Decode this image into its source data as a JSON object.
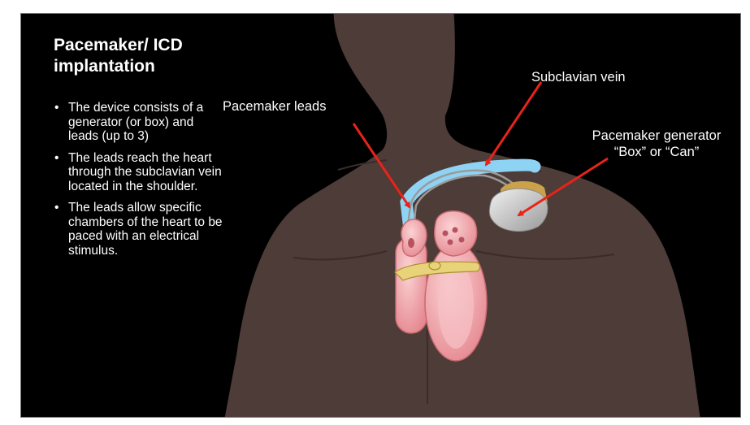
{
  "title": "Pacemaker/ ICD implantation",
  "bullets": [
    "The device consists of a generator (or box) and leads (up to 3)",
    "The leads reach the heart through the subclavian vein located in the shoulder.",
    "The leads allow specific chambers of the heart to be paced with an electrical stimulus."
  ],
  "bullet_glyph": "•",
  "labels": {
    "subclavian_vein": "Subclavian vein",
    "pacemaker_leads": "Pacemaker leads",
    "generator_line1": "Pacemaker generator",
    "generator_line2": "“Box” or “Can”"
  },
  "colors": {
    "background": "#000000",
    "body": "#4d3c38",
    "arrow": "#e8231a",
    "vein": "#8fd3f4",
    "heart": "#f2b2b6",
    "generator": "#c9c9c9",
    "generator_header": "#c9a24b"
  }
}
